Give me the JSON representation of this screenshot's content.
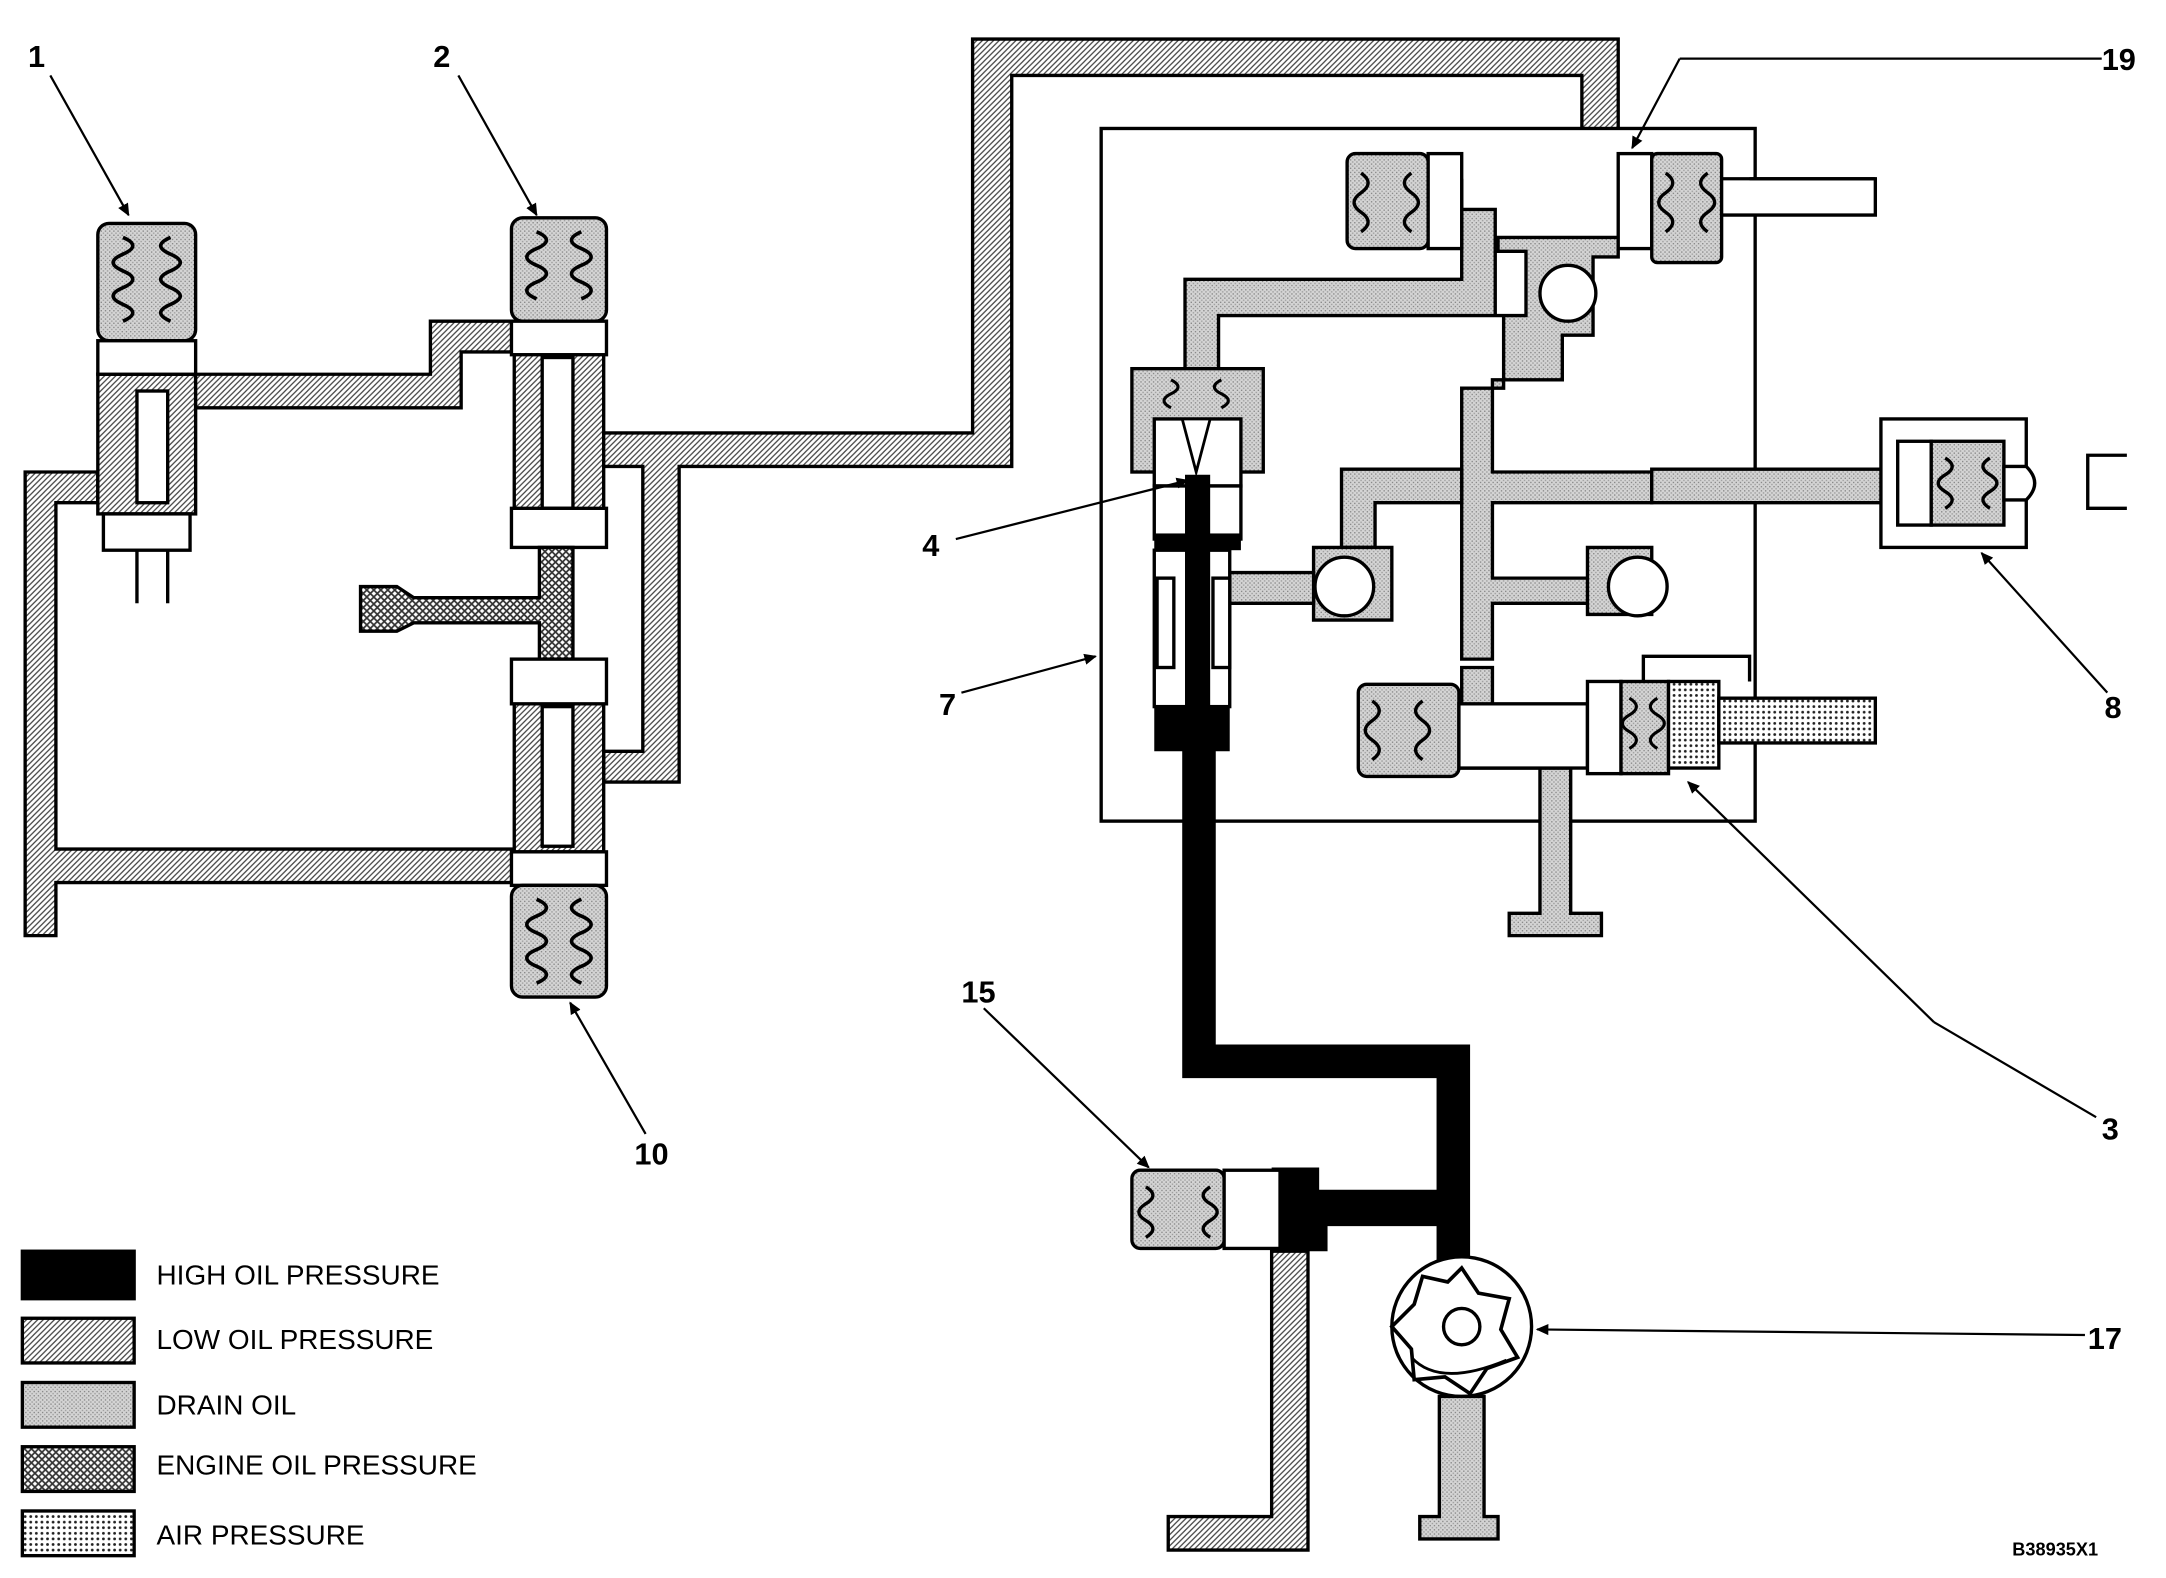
{
  "callouts": {
    "c1": "1",
    "c2": "2",
    "c3": "3",
    "c4": "4",
    "c7": "7",
    "c8": "8",
    "c10": "10",
    "c15": "15",
    "c17": "17",
    "c19": "19"
  },
  "legend": [
    {
      "label": "HIGH OIL PRESSURE",
      "pattern": "solid-black"
    },
    {
      "label": "LOW OIL PRESSURE",
      "pattern": "fine-hatch"
    },
    {
      "label": "DRAIN OIL",
      "pattern": "light-stipple"
    },
    {
      "label": "ENGINE OIL PRESSURE",
      "pattern": "cross-hatch"
    },
    {
      "label": "AIR PRESSURE",
      "pattern": "dot-grid"
    }
  ],
  "figure_id": "B38935X1"
}
